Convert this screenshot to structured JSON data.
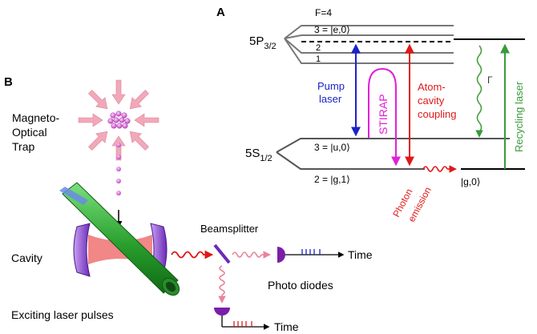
{
  "panels": {
    "a": "A",
    "b": "B"
  },
  "levels": {
    "f4": "F=4",
    "p32_main": "5P",
    "p32_sub": "3/2",
    "state_e0": "3 = |e,0⟩",
    "sub2": "2",
    "sub1": "1",
    "s12_main": "5S",
    "s12_sub": "1/2",
    "state_u0": "3 = |u,0⟩",
    "state_g1": "2 = |g,1⟩",
    "state_g0": "|g,0⟩"
  },
  "transitions": {
    "pump_l1": "Pump",
    "pump_l2": "laser",
    "stirap": "STIRAP",
    "atom_l1": "Atom-",
    "atom_l2": "cavity",
    "atom_l3": "coupling",
    "gamma": "Γ",
    "recycling": "Recycling laser",
    "photon_l1": "Photon",
    "photon_l2": "emission"
  },
  "setup": {
    "mot_l1": "Magneto-",
    "mot_l2": "Optical",
    "mot_l3": "Trap",
    "cavity": "Cavity",
    "beamsplitter": "Beamsplitter",
    "time1": "Time",
    "time2": "Time",
    "photodiodes": "Photo diodes",
    "exciting": "Exciting laser pulses"
  },
  "colors": {
    "pump": "#1a22c8",
    "stirap": "#e020d8",
    "cavity_coupling": "#e01818",
    "recycling": "#3a9a3a",
    "gamma": "#4aa040",
    "level": "#777777",
    "photon_pink": "#e8849a",
    "diode": "#7a1fa8",
    "cavity_mirror": "#9a5bd8",
    "laser_green": "#35b53a"
  }
}
